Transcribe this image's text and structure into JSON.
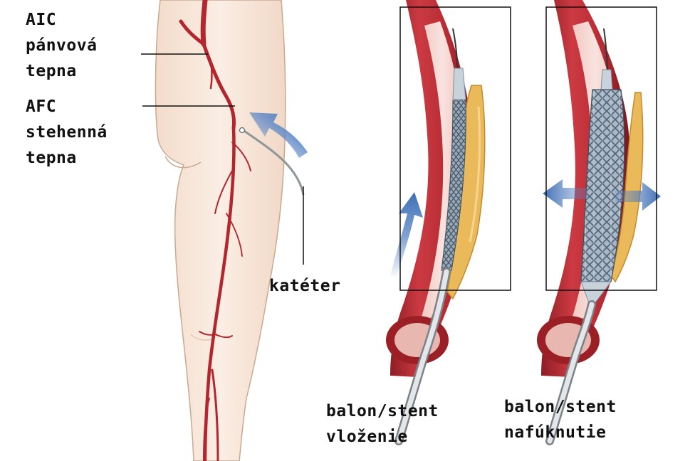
{
  "labels": {
    "aic": [
      "AIC",
      "pánvová",
      "tepna"
    ],
    "afc": [
      "AFC",
      "stehenná",
      "tepna"
    ],
    "catheter": "katéter",
    "insertion": [
      "balon/stent",
      "vloženie"
    ],
    "inflation": [
      "balon/stent",
      "nafúknutie"
    ]
  },
  "colors": {
    "skin": "#f7e6d9",
    "skin_outline": "#c9a992",
    "artery": "#c0323a",
    "artery_dark": "#8e1e25",
    "plaque": "#e9b95a",
    "plaque_light": "#f6d58f",
    "stent": "#6f8396",
    "catheter": "#bfc3c6",
    "arrow": "#5e88c6"
  },
  "icons": [
    "inflow-arrow-icon",
    "push-arrow-icon",
    "expand-arrow-left-icon",
    "expand-arrow-right-icon"
  ]
}
